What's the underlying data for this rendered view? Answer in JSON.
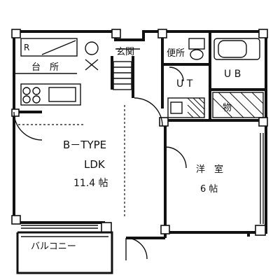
{
  "plan": {
    "type_label": "B－TYPE",
    "ldk_label": "LDK",
    "ldk_size": "11.4 帖",
    "western_room_label": "洋　室",
    "western_room_size": "6 帖",
    "kitchen_label": "台　所",
    "entrance_label": "玄関",
    "toilet_label": "便所",
    "utility_label": "U T",
    "bath_label": "U B",
    "storage_label": "物",
    "balcony_label": "バルコニー"
  },
  "colors": {
    "line": "#111111",
    "background": "#ffffff"
  }
}
